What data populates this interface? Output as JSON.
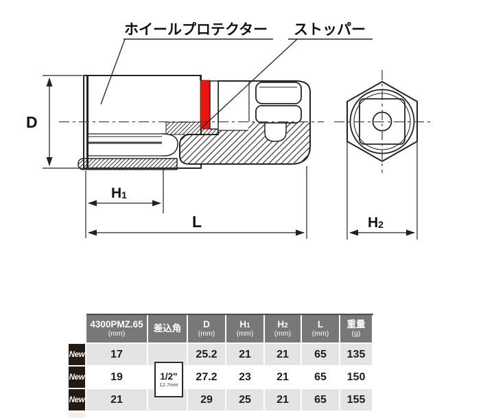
{
  "diagram": {
    "callout_wheel_protector": "ホイールプロテクター",
    "callout_stopper": "ストッパー",
    "dim_d": "D",
    "dim_h1_base": "H",
    "dim_h1_sub": "1",
    "dim_h2_base": "H",
    "dim_h2_sub": "2",
    "dim_l": "L",
    "stopper_color": "#e8160e"
  },
  "table": {
    "header": {
      "model": "4300PMZ.65",
      "model_unit": "(mm)",
      "drive": "差込角",
      "d": "D",
      "d_unit": "(mm)",
      "h1_base": "H",
      "h1_sub": "1",
      "h1_unit": "(mm)",
      "h2_base": "H",
      "h2_sub": "2",
      "h2_unit": "(mm)",
      "l": "L",
      "l_unit": "(mm)",
      "weight": "重量",
      "weight_unit": "(g)"
    },
    "drive_badge": {
      "size": "1/2\"",
      "mm": "12.7mm"
    },
    "new_label": "New",
    "rows": [
      {
        "model": "17",
        "d": "25.2",
        "h1": "21",
        "h2": "21",
        "l": "65",
        "weight": "135"
      },
      {
        "model": "19",
        "d": "27.2",
        "h1": "23",
        "h2": "21",
        "l": "65",
        "weight": "150"
      },
      {
        "model": "21",
        "d": "29",
        "h1": "25",
        "h2": "21",
        "l": "65",
        "weight": "155"
      }
    ]
  }
}
